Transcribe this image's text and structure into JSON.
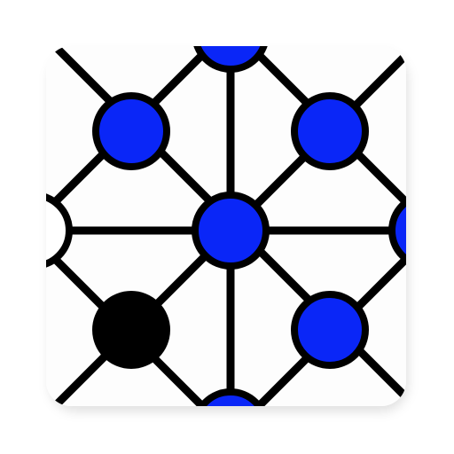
{
  "app_icon": {
    "icon_name": "nine-mens-morris-board-icon",
    "colors": {
      "background": "#fdfdfd",
      "line": "#000000",
      "blue_piece": "#0a26f7",
      "black_piece": "#000000",
      "white_piece": "#ffffff",
      "outline": "#000000"
    },
    "board": {
      "pieces": [
        {
          "point": "top-center",
          "color": "blue"
        },
        {
          "point": "upper-left",
          "color": "blue"
        },
        {
          "point": "upper-right",
          "color": "blue"
        },
        {
          "point": "center",
          "color": "blue"
        },
        {
          "point": "middle-left",
          "color": "white"
        },
        {
          "point": "middle-right",
          "color": "blue"
        },
        {
          "point": "lower-left",
          "color": "black"
        },
        {
          "point": "lower-right",
          "color": "blue"
        },
        {
          "point": "bottom-center",
          "color": "blue"
        }
      ]
    }
  }
}
